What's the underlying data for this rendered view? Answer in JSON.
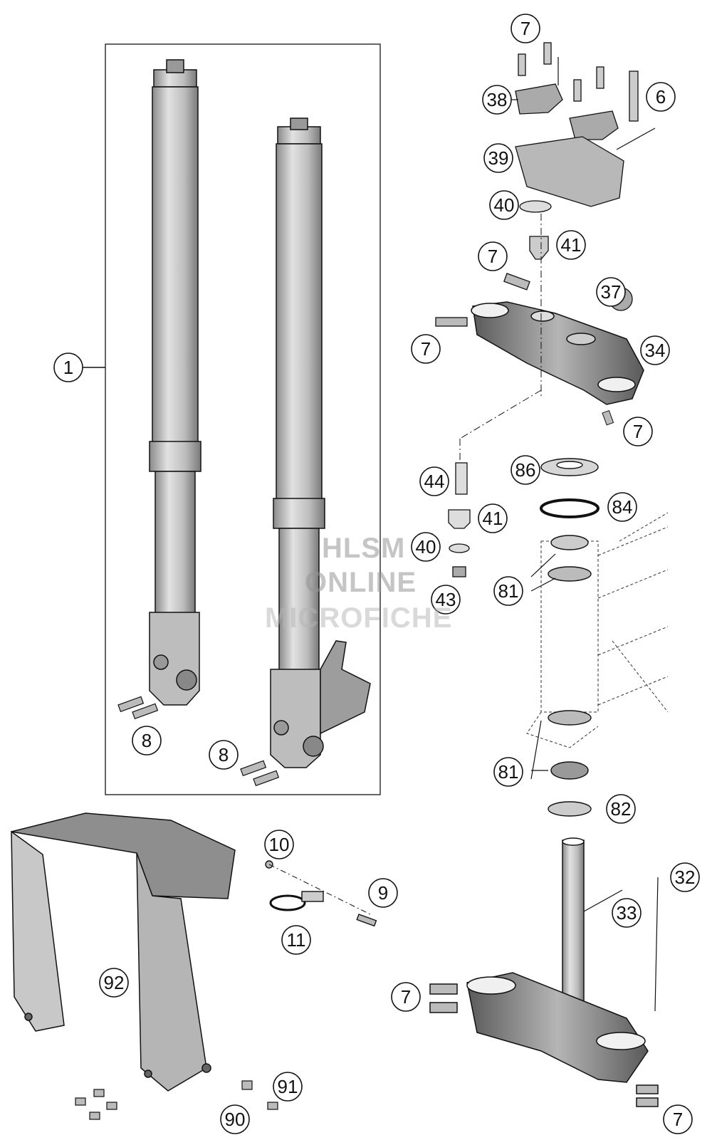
{
  "diagram": {
    "callouts": {
      "c1": "1",
      "c6": "6",
      "c7": "7",
      "c8": "8",
      "c9": "9",
      "c10": "10",
      "c11": "11",
      "c32": "32",
      "c33": "33",
      "c34": "34",
      "c37": "37",
      "c38": "38",
      "c39": "39",
      "c40": "40",
      "c41": "41",
      "c43": "43",
      "c44": "44",
      "c81": "81",
      "c82": "82",
      "c84": "84",
      "c86": "86",
      "c90": "90",
      "c91": "91",
      "c92": "92"
    },
    "watermark": {
      "line1": "HLSM",
      "line2": "ONLINE",
      "line3": "MICROFICHE"
    }
  },
  "colors": {
    "part_fill": "#c8c8c8",
    "part_light": "#e6e6e6",
    "part_dark": "#6e6e6e",
    "outline": "#111111",
    "watermark": "#969696"
  }
}
